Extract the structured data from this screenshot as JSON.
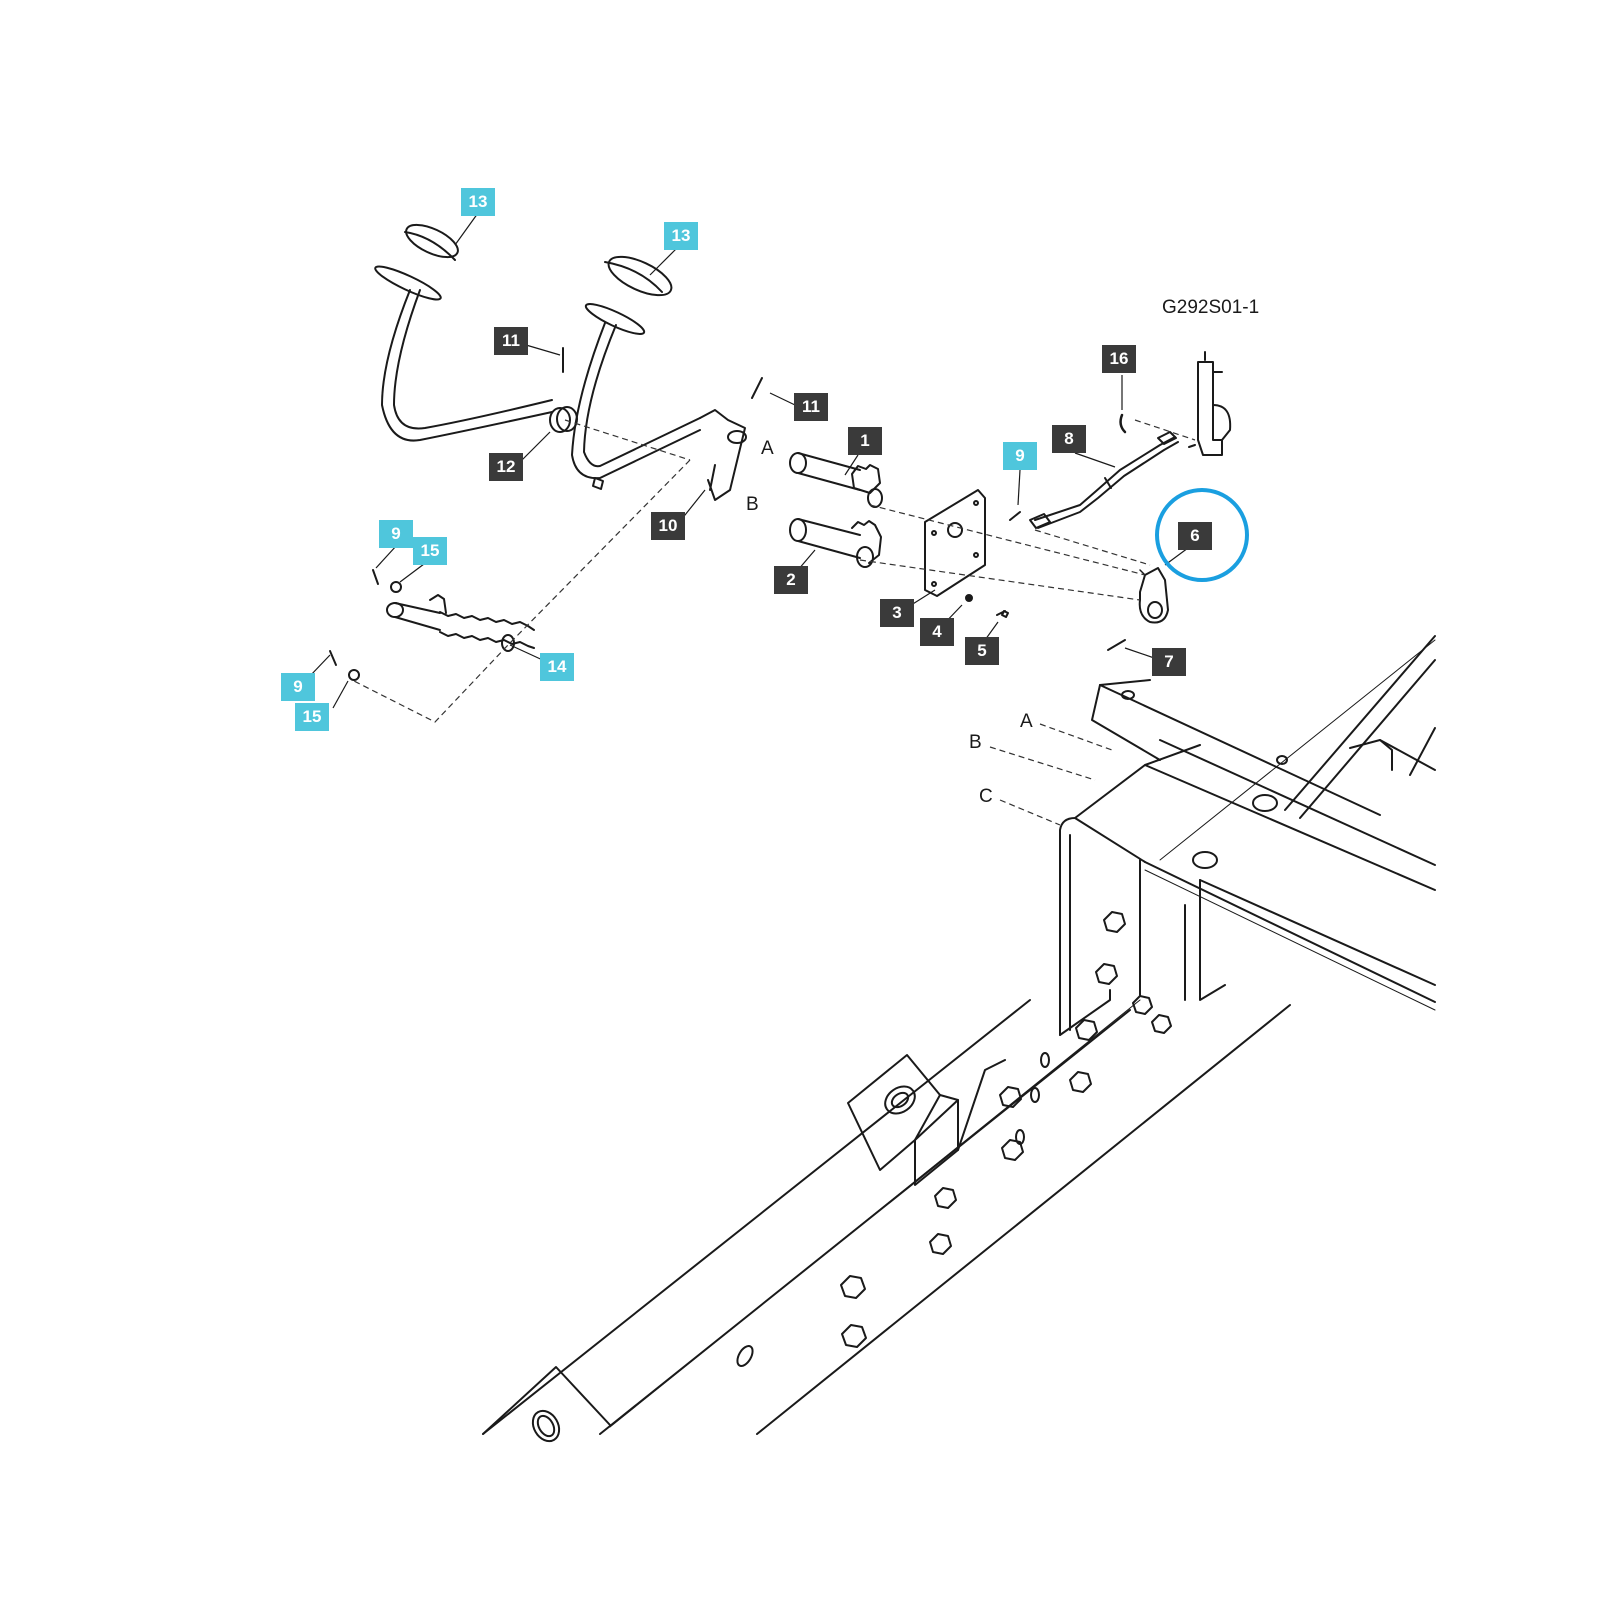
{
  "diagram": {
    "reference_code": "G292S01-1",
    "highlight_color": "#1a9fe0",
    "highlighted_part": "6",
    "callout_colors": {
      "standard": "#3a3a3a",
      "kit": "#4fc6dc"
    },
    "callouts": [
      {
        "id": "c13a",
        "label": "13",
        "style": "blue"
      },
      {
        "id": "c13b",
        "label": "13",
        "style": "blue"
      },
      {
        "id": "c11a",
        "label": "11",
        "style": "dark"
      },
      {
        "id": "c11b",
        "label": "11",
        "style": "dark"
      },
      {
        "id": "c12",
        "label": "12",
        "style": "dark"
      },
      {
        "id": "c10",
        "label": "10",
        "style": "dark"
      },
      {
        "id": "c1",
        "label": "1",
        "style": "dark"
      },
      {
        "id": "c2",
        "label": "2",
        "style": "dark"
      },
      {
        "id": "c3",
        "label": "3",
        "style": "dark"
      },
      {
        "id": "c4",
        "label": "4",
        "style": "dark"
      },
      {
        "id": "c5",
        "label": "5",
        "style": "dark"
      },
      {
        "id": "c6",
        "label": "6",
        "style": "dark"
      },
      {
        "id": "c7",
        "label": "7",
        "style": "dark"
      },
      {
        "id": "c8",
        "label": "8",
        "style": "dark"
      },
      {
        "id": "c16",
        "label": "16",
        "style": "dark"
      },
      {
        "id": "c9a",
        "label": "9",
        "style": "blue"
      },
      {
        "id": "c9b",
        "label": "9",
        "style": "blue"
      },
      {
        "id": "c9c",
        "label": "9",
        "style": "blue"
      },
      {
        "id": "c15a",
        "label": "15",
        "style": "blue"
      },
      {
        "id": "c15b",
        "label": "15",
        "style": "blue"
      },
      {
        "id": "c14",
        "label": "14",
        "style": "blue"
      }
    ],
    "letters": [
      {
        "id": "la1",
        "label": "A"
      },
      {
        "id": "lb1",
        "label": "B"
      },
      {
        "id": "la2",
        "label": "A"
      },
      {
        "id": "lb2",
        "label": "B"
      },
      {
        "id": "lc2",
        "label": "C"
      }
    ]
  }
}
